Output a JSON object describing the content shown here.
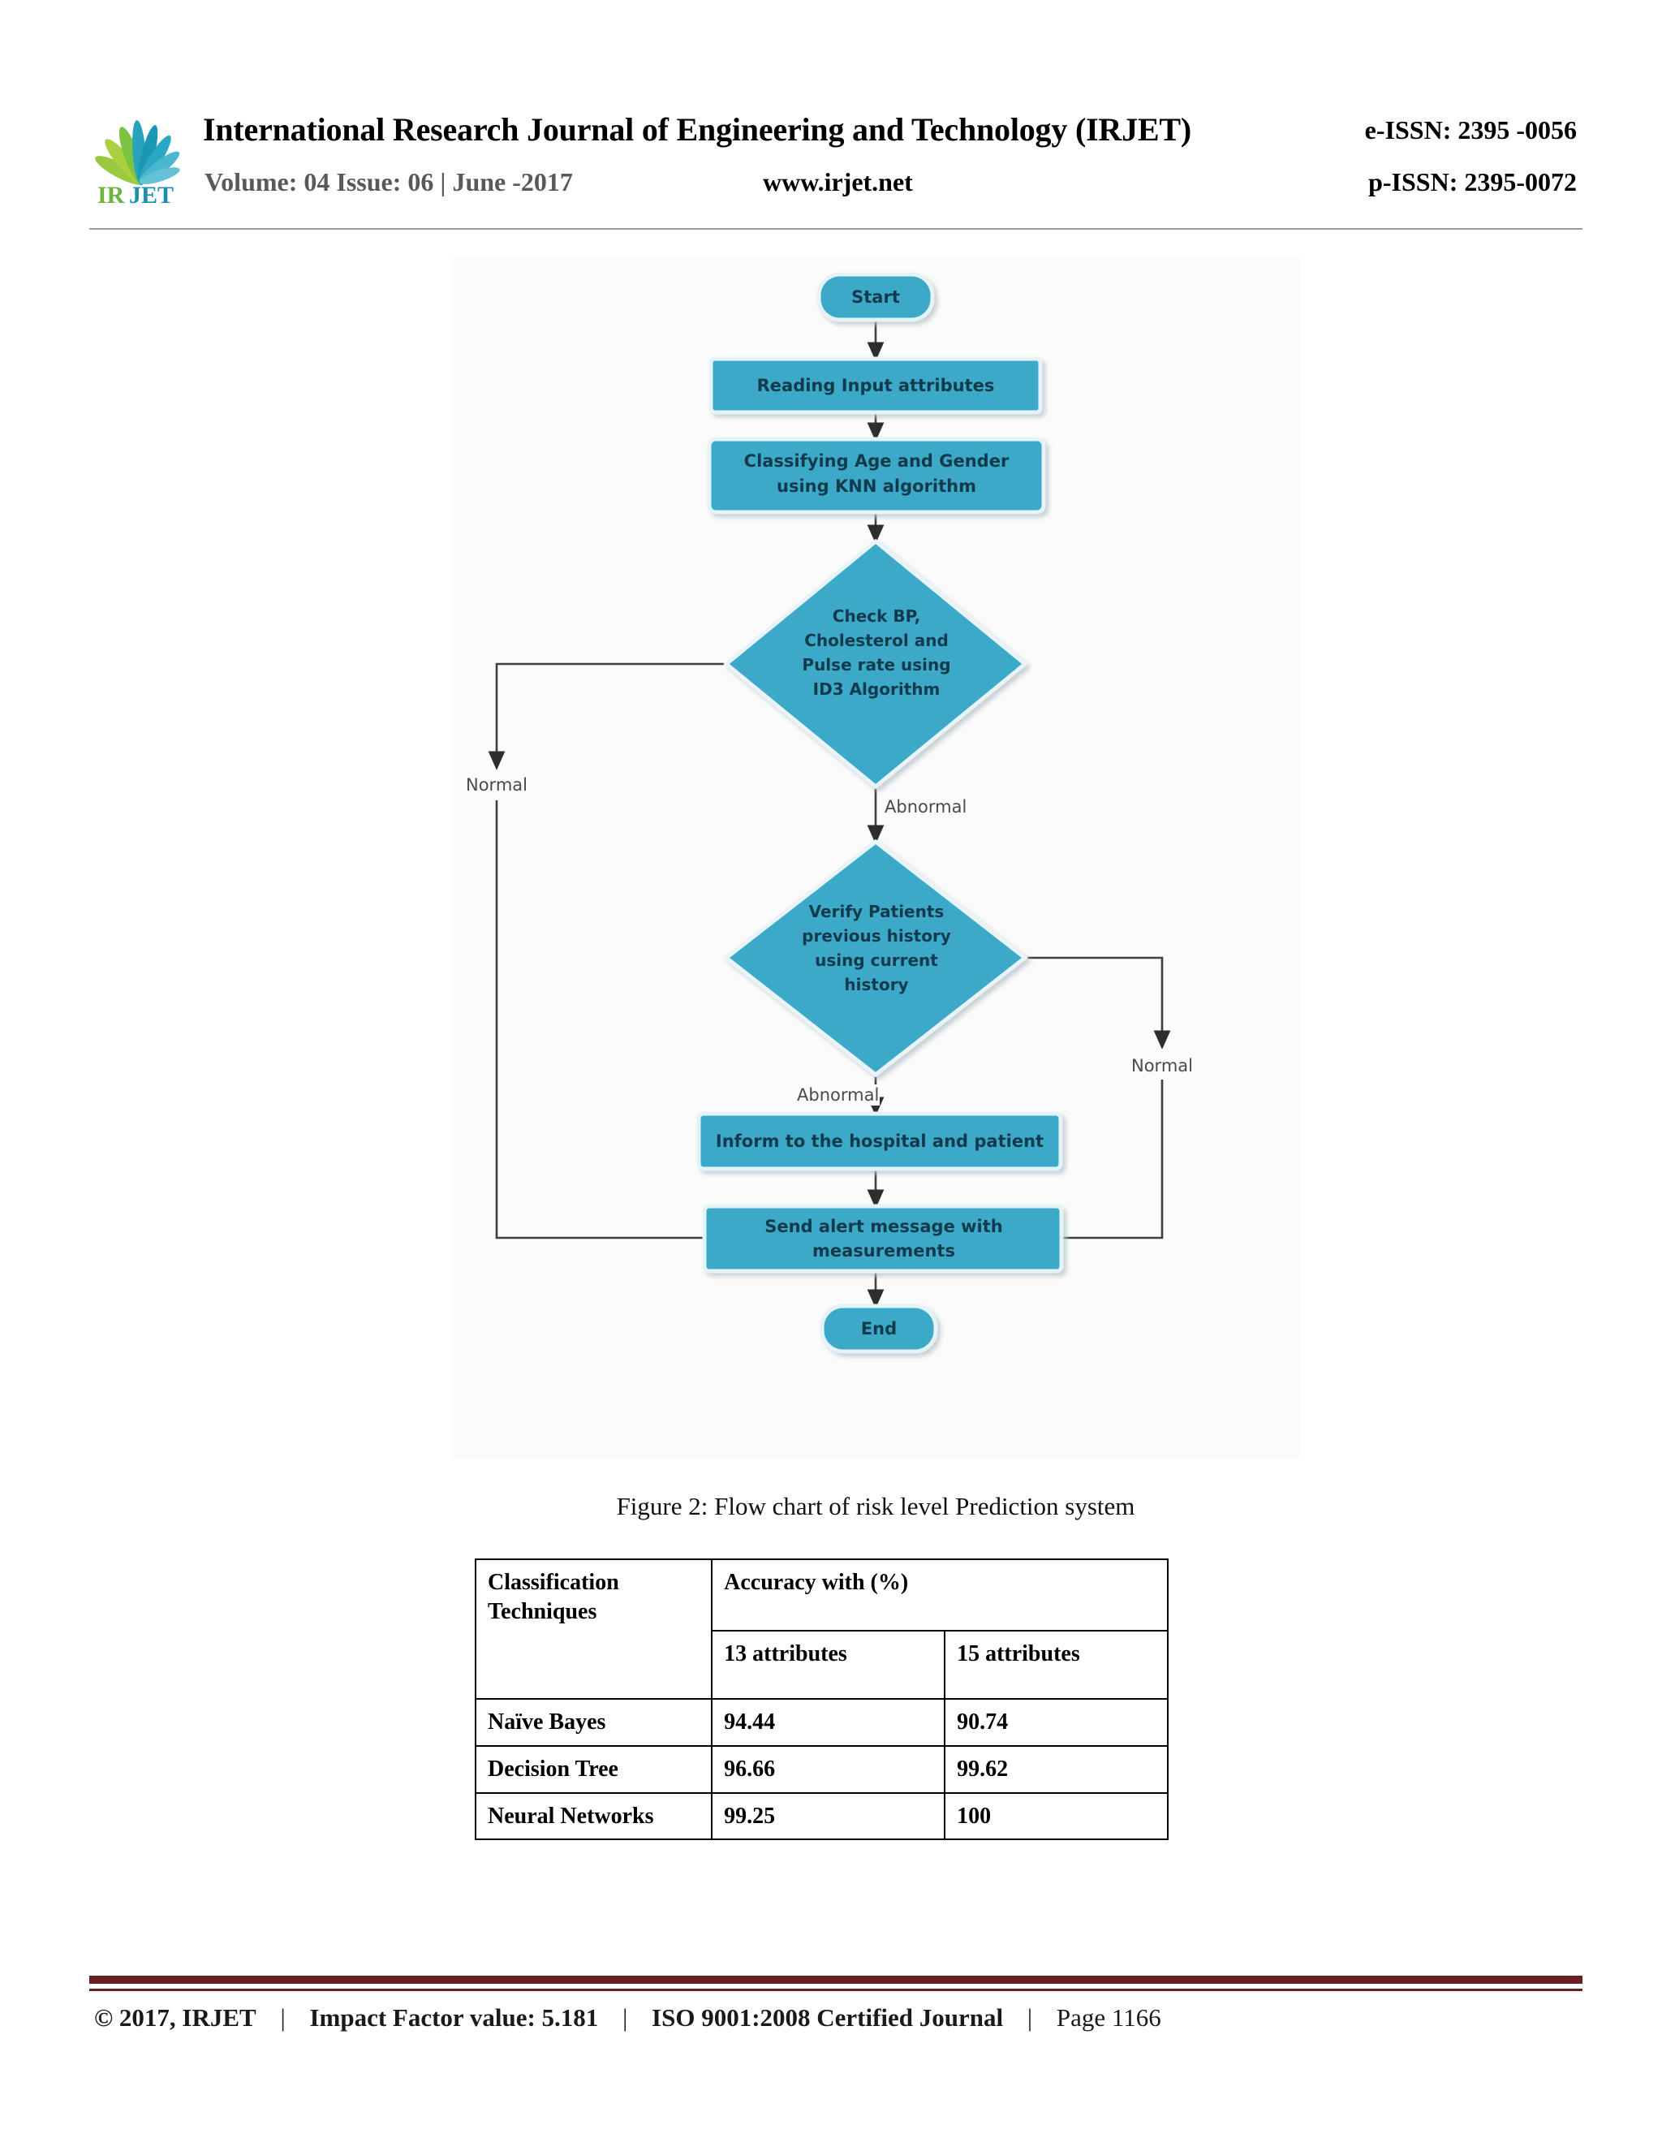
{
  "header": {
    "journal_title": "International Research Journal of Engineering and Technology (IRJET)",
    "volume_line": "Volume: 04 Issue: 06 | June -2017",
    "website": "www.irjet.net",
    "e_issn": "e-ISSN: 2395 -0056",
    "p_issn": "p-ISSN: 2395-0072",
    "logo_text_ir": "IR",
    "logo_text_jet": "JET"
  },
  "figure": {
    "caption": "Figure 2: Flow chart of risk level Prediction system",
    "nodes": {
      "start": "Start",
      "read_inputs": "Reading Input attributes",
      "classify_l1": "Classifying Age and Gender",
      "classify_l2": "using KNN algorithm",
      "check_l1": "Check BP,",
      "check_l2": "Cholesterol and",
      "check_l3": "Pulse rate using",
      "check_l4": "ID3 Algorithm",
      "verify_l1": "Verify Patients",
      "verify_l2": "previous history",
      "verify_l3": "using current",
      "verify_l4": "history",
      "inform": "Inform to the hospital and patient",
      "alert_l1": "Send alert message with",
      "alert_l2": "measurements",
      "end": "End"
    },
    "edge_labels": {
      "abnormal_1": "Abnormal",
      "normal_left": "Normal",
      "abnormal_2": "Abnormal",
      "normal_right": "Normal"
    },
    "colors": {
      "node_fill": "#3ca9c8",
      "node_stroke": "#d9eef5",
      "node_text": "#123a4d",
      "edge": "#3f3f3f",
      "background": "#fbfbfb"
    }
  },
  "table": {
    "header_col1": "Classification Techniques",
    "header_group": "Accuracy with (%)",
    "subheaders": [
      "13 attributes",
      "15 attributes"
    ],
    "rows": [
      {
        "technique": "Naïve Bayes",
        "attr13": "94.44",
        "attr15": "90.74"
      },
      {
        "technique": "Decision Tree",
        "attr13": "96.66",
        "attr15": "99.62"
      },
      {
        "technique": "Neural Networks",
        "attr13": "99.25",
        "attr15": "100"
      }
    ]
  },
  "footer": {
    "copyright": "© 2017, IRJET",
    "sep": "|",
    "impact_factor": "Impact Factor value: 5.181",
    "certification": "ISO 9001:2008 Certified Journal",
    "page": "Page 1166",
    "rule_color": "#6b1f23"
  }
}
